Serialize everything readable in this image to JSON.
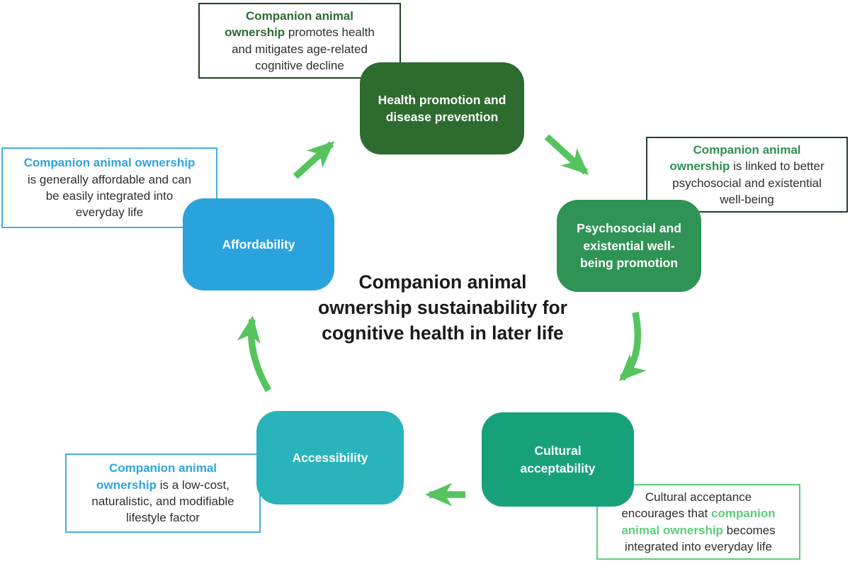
{
  "title": "Companion animal\nownership sustainability for\ncognitive health in later life",
  "nodes": {
    "health": {
      "label": "Health promotion and\ndisease prevention",
      "color": "#2d6b2f"
    },
    "psychosocial": {
      "label": "Psychosocial and\nexistential well-\nbeing promotion",
      "color": "#2f9356"
    },
    "cultural": {
      "label": "Cultural\nacceptability",
      "color": "#17a17b"
    },
    "accessibility": {
      "label": "Accessibility",
      "color": "#28b4ba"
    },
    "affordability": {
      "label": "Affordability",
      "color": "#2aa3dc"
    }
  },
  "annotations": {
    "top": {
      "pre": "",
      "highlight": "Companion animal\nownership",
      "post": " promotes health\nand mitigates age-related\ncognitive decline",
      "border_color": "#1e4224",
      "highlight_color": "#2d6b2f"
    },
    "right": {
      "pre": "",
      "highlight": "Companion animal\nownership",
      "post": " is linked to better\npsychosocial and existential\nwell-being",
      "border_color": "#1e4224",
      "highlight_color": "#2e8f55"
    },
    "left": {
      "pre": "",
      "highlight": "Companion animal ownership",
      "post": "\nis generally affordable and can\nbe easily integrated into\neveryday life",
      "border_color": "#44afe1",
      "highlight_color": "#2ea4dd"
    },
    "bottom_left": {
      "pre": "",
      "highlight": "Companion animal\nownership",
      "post": " is a low-cost,\nnaturalistic, and modifiable\nlifestyle factor",
      "border_color": "#44afe1",
      "highlight_color": "#2ea4dd"
    },
    "bottom_right": {
      "pre": "Cultural acceptance\nencourages that ",
      "highlight": "companion\nanimal ownership",
      "post": " becomes\nintegrated into everyday life",
      "border_color": "#5bcf78",
      "highlight_color": "#5bcf78"
    }
  },
  "colors": {
    "arrow": "#55c45f",
    "text": "#2e2e2e",
    "title_text": "#1a1a1a"
  }
}
